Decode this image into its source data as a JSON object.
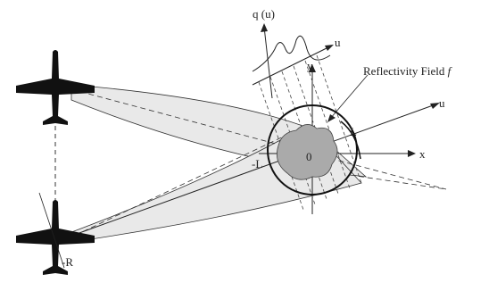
{
  "labels": {
    "projection": "q (u)",
    "u_top": "u",
    "y_axis": "y",
    "field_prefix": "Reflectivity Field ",
    "field_symbol": "f",
    "u_right": "u",
    "L_pos": "L",
    "x_axis": "x",
    "L_neg": "-L",
    "origin": "0",
    "minus_R": "-R"
  },
  "icons": [
    "airplane-icon",
    "airplane-icon"
  ],
  "colors": {
    "ink": "#111111",
    "beam_fill": "#e9e9e9",
    "target_fill": "#aaaaaa"
  }
}
